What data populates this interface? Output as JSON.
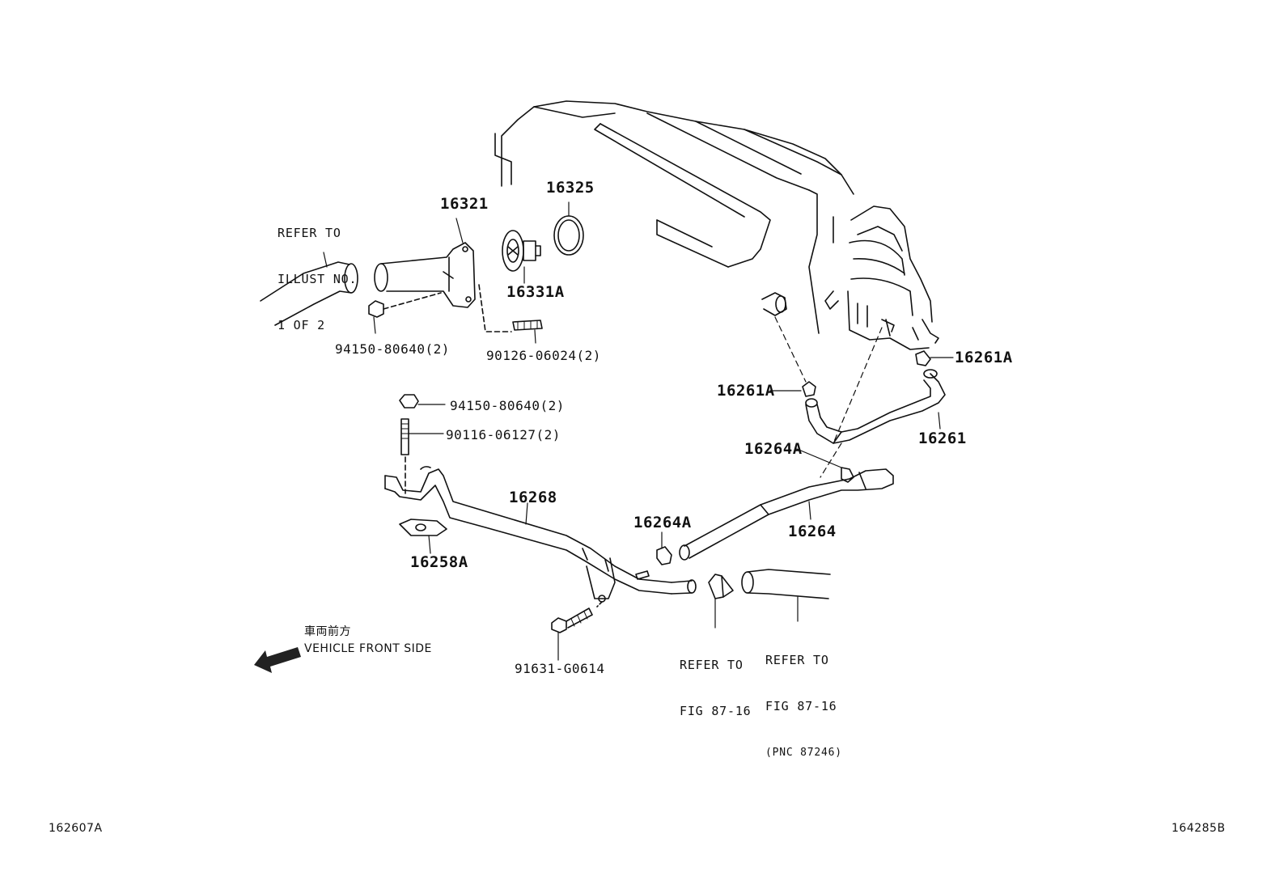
{
  "labels": {
    "p16321": "16321",
    "p16325": "16325",
    "p16331a": "16331A",
    "p94150a": "94150-80640(2)",
    "p90126": "90126-06024(2)",
    "p94150b": "94150-80640(2)",
    "p90116": "90116-06127(2)",
    "p16268": "16268",
    "p16258a": "16258A",
    "p16264a_1": "16264A",
    "p16264a_2": "16264A",
    "p16264": "16264",
    "p16261a_1": "16261A",
    "p16261a_2": "16261A",
    "p16261": "16261",
    "p91631": "91631-G0614"
  },
  "refs": {
    "illust": [
      "REFER TO",
      "ILLUST NO.",
      "1 OF 2"
    ],
    "fig1": [
      "REFER TO",
      "FIG 87-16"
    ],
    "fig2": [
      "REFER TO",
      "FIG 87-16",
      "(PNC 87246)"
    ]
  },
  "direction": {
    "jp": "車両前方",
    "en": "VEHICLE FRONT SIDE"
  },
  "footer": {
    "left": "162607A",
    "right": "164285B"
  }
}
